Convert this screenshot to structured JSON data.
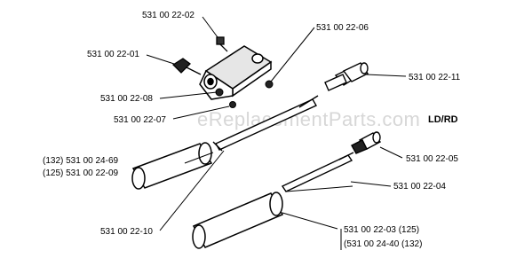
{
  "diagram": {
    "model_label": "LD/RD",
    "watermark": "eReplacementParts.com",
    "parts": [
      {
        "id": "p1",
        "number": "531 00 22-02"
      },
      {
        "id": "p2",
        "number": "531 00 22-06"
      },
      {
        "id": "p3",
        "number": "531 00 22-01"
      },
      {
        "id": "p4",
        "number": "531 00 22-11"
      },
      {
        "id": "p5",
        "number": "531 00 22-08"
      },
      {
        "id": "p6",
        "number": "531 00 22-07"
      },
      {
        "id": "p7",
        "number": "(132) 531 00 24-69"
      },
      {
        "id": "p8",
        "number": "(125) 531 00 22-09"
      },
      {
        "id": "p9",
        "number": "531 00 22-05"
      },
      {
        "id": "p10",
        "number": "531 00 22-04"
      },
      {
        "id": "p11",
        "number": "531 00 22-10"
      },
      {
        "id": "p12",
        "number": "531 00 22-03 (125)"
      },
      {
        "id": "p13",
        "number": "(531 00 24-40 (132)"
      }
    ]
  }
}
